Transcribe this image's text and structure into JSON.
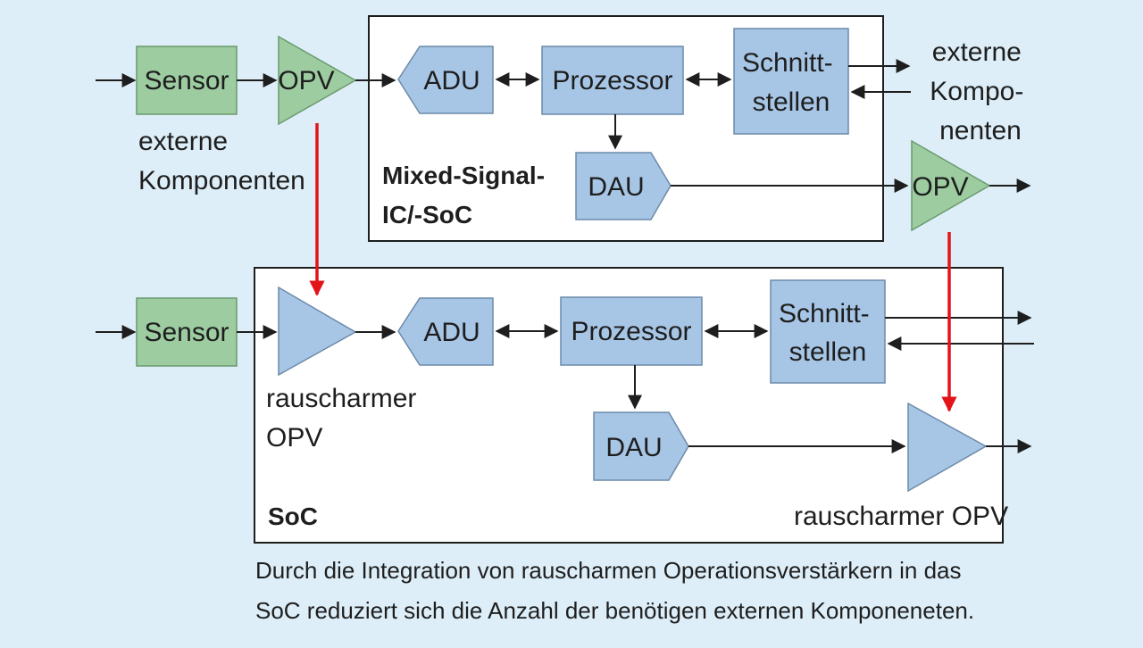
{
  "diagram": {
    "top": {
      "input_sensor": "Sensor",
      "opv": "OPV",
      "external_label": [
        "externe",
        "Komponenten"
      ],
      "container_title": [
        "Mixed-Signal-",
        "IC/-SoC"
      ],
      "adu": "ADU",
      "processor": "Prozessor",
      "interfaces": [
        "Schnitt-",
        "stellen"
      ],
      "dau": "DAU",
      "output_opv": "OPV",
      "external_right_label": [
        "externe",
        "Kompo-",
        "nenten"
      ]
    },
    "bottom": {
      "input_sensor": "Sensor",
      "amp_label": [
        "rauscharmer",
        "OPV"
      ],
      "container_title": "SoC",
      "adu": "ADU",
      "processor": "Prozessor",
      "interfaces": [
        "Schnitt-",
        "stellen"
      ],
      "dau": "DAU",
      "output_amp_label": "rauscharmer OPV"
    },
    "caption": [
      "Durch die Integration von rauscharmen Operationsverstärkern in das",
      "SoC reduziert sich die Anzahl der benötigen externen Komponeneten."
    ],
    "colors": {
      "background": "#ddeef8",
      "green_block": "#9dcca1",
      "blue_block": "#a7c6e6",
      "red_arrow": "#e2141a"
    }
  }
}
